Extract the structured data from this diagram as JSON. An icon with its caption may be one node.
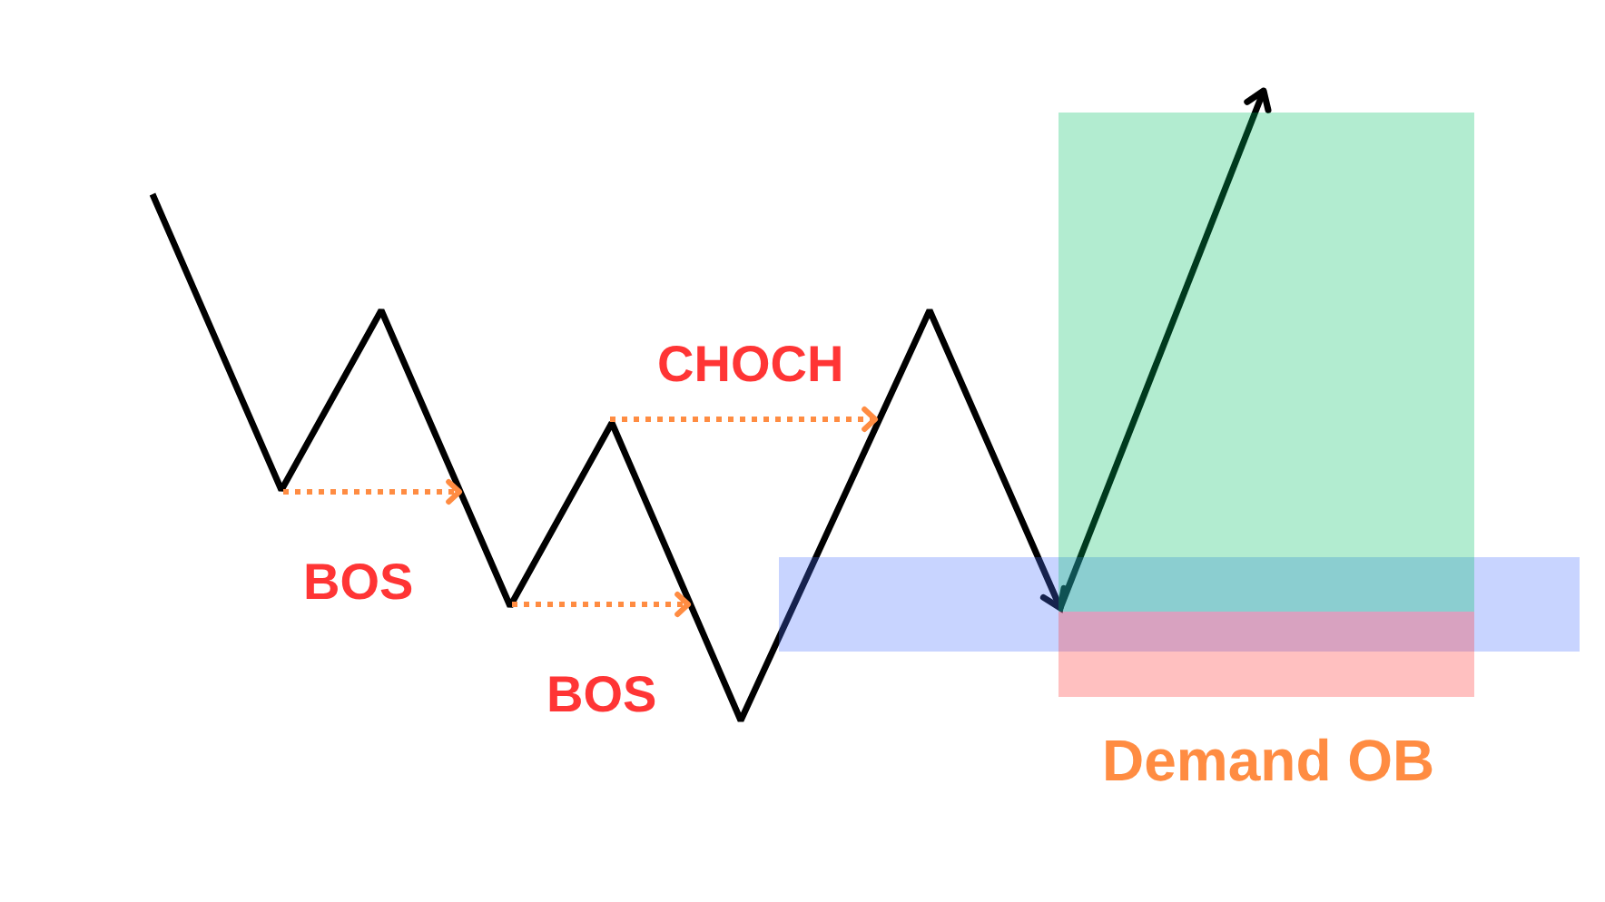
{
  "diagram": {
    "nodes": [
      {
        "text": [],
        "shape": "box"
      },
      {
        "text": [],
        "shape": "box"
      },
      {
        "text": [],
        "shape": "box",
        "beside": [
          "Demand OB"
        ]
      }
    ],
    "labels": [
      "CHOCH",
      "BOS",
      "BOS"
    ]
  }
}
